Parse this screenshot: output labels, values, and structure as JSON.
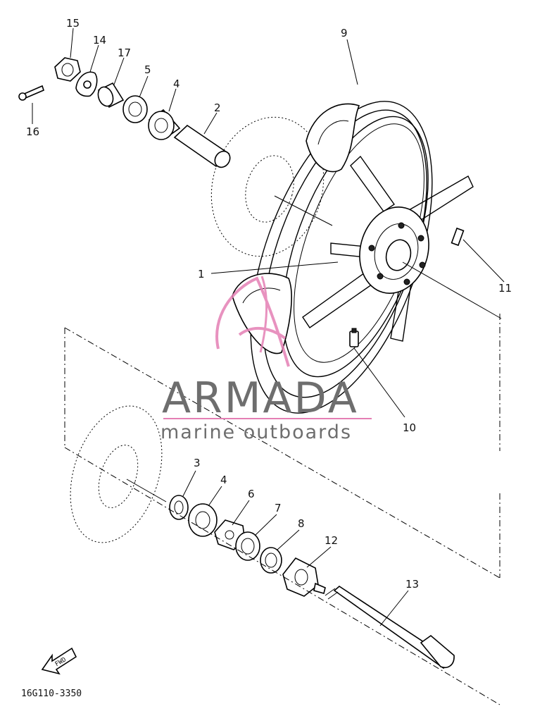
{
  "diagram": {
    "part_numbers": {
      "p1": "1",
      "p2": "2",
      "p3": "3",
      "p4a": "4",
      "p4b": "4",
      "p5": "5",
      "p6": "6",
      "p7": "7",
      "p8": "8",
      "p9": "9",
      "p10": "10",
      "p11": "11",
      "p12": "12",
      "p13": "13",
      "p14": "14",
      "p15": "15",
      "p16": "16",
      "p17": "17"
    },
    "drawing_code": "16G110-3350",
    "fwd_label": "FWD"
  },
  "watermark": {
    "brand": "ARMADA",
    "tagline": "marine outboards",
    "colors": {
      "logo": "#e47fb4",
      "text": "#6e6e6e",
      "underline": "#e47fb4"
    }
  }
}
